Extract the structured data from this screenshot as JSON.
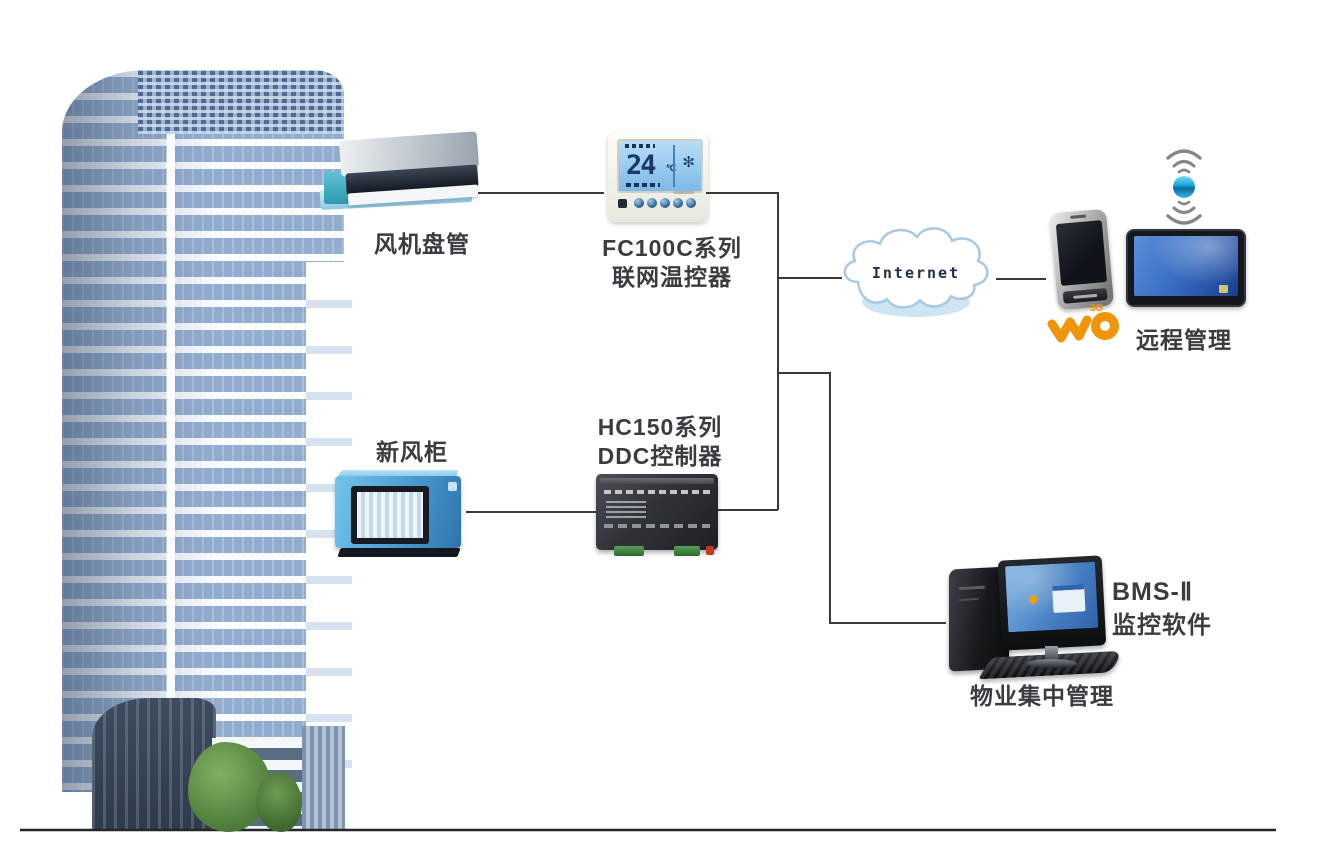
{
  "nodes": {
    "fan_coil": {
      "label": "风机盘管"
    },
    "thermostat": {
      "label_line1": "FC100C系列",
      "label_line2": "联网温控器",
      "lcd_temp": "24",
      "lcd_unit": "℃",
      "fan_glyph": "✻"
    },
    "fresh_air_cabinet": {
      "label": "新风柜"
    },
    "ddc_controller": {
      "label_line1": "HC150系列",
      "label_line2": "DDC控制器"
    },
    "internet_cloud": {
      "label": "Internet"
    },
    "remote_management": {
      "label": "远程管理",
      "carrier_logo_text": "3G"
    },
    "bms_software": {
      "label_line1": "BMS-Ⅱ",
      "label_line2": "监控软件"
    },
    "property_management": {
      "label": "物业集中管理"
    }
  },
  "colors": {
    "connector_line": "#3a3a3e",
    "label_text": "#3b3b42",
    "cloud_stroke": "#a9c9e2",
    "cloud_shadow": "#cde4f2",
    "carrier_orange": "#f0940a",
    "building_blue": "#92accf",
    "lcd_blue": "#8ec6ee"
  }
}
